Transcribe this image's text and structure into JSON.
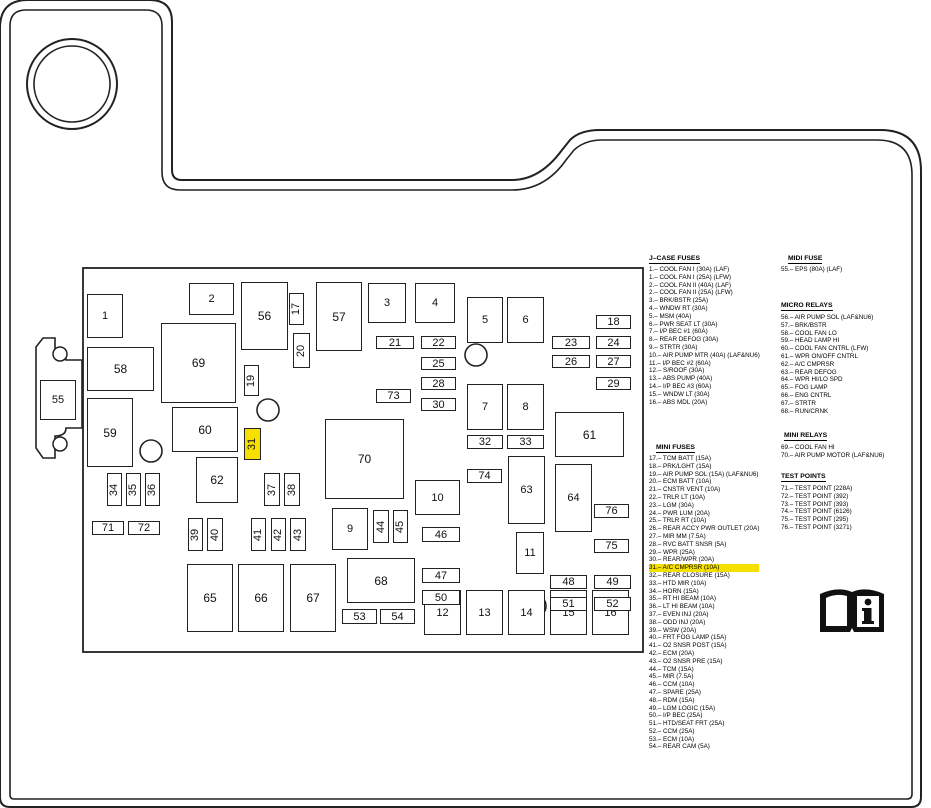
{
  "fuse_boxes": [
    {
      "id": "b1",
      "label": "1"
    },
    {
      "id": "b2",
      "label": "2"
    },
    {
      "id": "b3",
      "label": "3"
    },
    {
      "id": "b4",
      "label": "4"
    },
    {
      "id": "b5",
      "label": "5"
    },
    {
      "id": "b6",
      "label": "6"
    },
    {
      "id": "b7",
      "label": "7"
    },
    {
      "id": "b8",
      "label": "8"
    },
    {
      "id": "b9",
      "label": "9"
    },
    {
      "id": "b10",
      "label": "10"
    },
    {
      "id": "b11",
      "label": "11"
    },
    {
      "id": "b12",
      "label": "12"
    },
    {
      "id": "b13",
      "label": "13"
    },
    {
      "id": "b14",
      "label": "14"
    },
    {
      "id": "b15",
      "label": "15"
    },
    {
      "id": "b16",
      "label": "16"
    },
    {
      "id": "b17",
      "label": "17"
    },
    {
      "id": "b18",
      "label": "18"
    },
    {
      "id": "b19",
      "label": "19"
    },
    {
      "id": "b20",
      "label": "20"
    },
    {
      "id": "b21",
      "label": "21"
    },
    {
      "id": "b22",
      "label": "22"
    },
    {
      "id": "b23",
      "label": "23"
    },
    {
      "id": "b24",
      "label": "24"
    },
    {
      "id": "b25",
      "label": "25"
    },
    {
      "id": "b26",
      "label": "26"
    },
    {
      "id": "b27",
      "label": "27"
    },
    {
      "id": "b28",
      "label": "28"
    },
    {
      "id": "b29",
      "label": "29"
    },
    {
      "id": "b30",
      "label": "30"
    },
    {
      "id": "b31",
      "label": "31"
    },
    {
      "id": "b32",
      "label": "32"
    },
    {
      "id": "b33",
      "label": "33"
    },
    {
      "id": "b34",
      "label": "34"
    },
    {
      "id": "b35",
      "label": "35"
    },
    {
      "id": "b36",
      "label": "36"
    },
    {
      "id": "b37",
      "label": "37"
    },
    {
      "id": "b38",
      "label": "38"
    },
    {
      "id": "b39",
      "label": "39"
    },
    {
      "id": "b40",
      "label": "40"
    },
    {
      "id": "b41",
      "label": "41"
    },
    {
      "id": "b42",
      "label": "42"
    },
    {
      "id": "b43",
      "label": "43"
    },
    {
      "id": "b44",
      "label": "44"
    },
    {
      "id": "b45",
      "label": "45"
    },
    {
      "id": "b46",
      "label": "46"
    },
    {
      "id": "b47",
      "label": "47"
    },
    {
      "id": "b48",
      "label": "48"
    },
    {
      "id": "b49",
      "label": "49"
    },
    {
      "id": "b50",
      "label": "50"
    },
    {
      "id": "b51",
      "label": "51"
    },
    {
      "id": "b52",
      "label": "52"
    },
    {
      "id": "b53",
      "label": "53"
    },
    {
      "id": "b54",
      "label": "54"
    },
    {
      "id": "b55",
      "label": "55"
    },
    {
      "id": "b56",
      "label": "56"
    },
    {
      "id": "b57",
      "label": "57"
    },
    {
      "id": "b58",
      "label": "58"
    },
    {
      "id": "b59",
      "label": "59"
    },
    {
      "id": "b60",
      "label": "60"
    },
    {
      "id": "b61",
      "label": "61"
    },
    {
      "id": "b62",
      "label": "62"
    },
    {
      "id": "b63",
      "label": "63"
    },
    {
      "id": "b64",
      "label": "64"
    },
    {
      "id": "b65",
      "label": "65"
    },
    {
      "id": "b66",
      "label": "66"
    },
    {
      "id": "b67",
      "label": "67"
    },
    {
      "id": "b68",
      "label": "68"
    },
    {
      "id": "b69",
      "label": "69"
    },
    {
      "id": "b70",
      "label": "70"
    },
    {
      "id": "b71",
      "label": "71"
    },
    {
      "id": "b72",
      "label": "72"
    },
    {
      "id": "b73",
      "label": "73"
    },
    {
      "id": "b74",
      "label": "74"
    },
    {
      "id": "b75",
      "label": "75"
    },
    {
      "id": "b76",
      "label": "76"
    }
  ],
  "highlighted_fuse": "31",
  "highlight_color": "#f5e000",
  "legend": {
    "jcase": {
      "title": "J–CASE FUSES",
      "items": [
        "1.–  COOL FAN I  (30A)  (LAF)",
        "1.–  COOL FAN I  (25A)  (LFW)",
        "2.–  COOL FAN II  (40A)  (LAF)",
        "2.–  COOL FAN II  (25A)  (LFW)",
        "3.–  BRK/BSTR  (25A)",
        "4.–  WNDW RT  (30A)",
        "5.–  MSM  (40A)",
        "6.–  PWR SEAT LT  (30A)",
        "7.–  I/P BEC #1  (60A)",
        "8.–  REAR DEFOG  (30A)",
        "9.–  STRTR  (30A)",
        "10.–  AIR PUMP MTR (40A) (LAF&NU6)",
        "11.–  I/P BEC #2  (60A)",
        "12.–  S/ROOF  (30A)",
        "13.–  ABS PUMP  (40A)",
        "14.–  I/P BEC #3  (60A)",
        "15.–  WNDW LT  (30A)",
        "16.–  ABS MDL  (20A)"
      ]
    },
    "mini": {
      "title": "MINI FUSES",
      "items": [
        "17.–  TCM BATT  (15A)",
        "18.–  PRK/LGHT  (15A)",
        "19.–  AIR PUMP SOL  (15A)  (LAF&NU6)",
        "20.–  ECM BATT  (10A)",
        "21.–  CNSTR VENT  (10A)",
        "22.–  TRLR LT  (10A)",
        "23.–  LGM  (30A)",
        "24.–  PWR LUM  (20A)",
        "25.–  TRLR RT  (10A)",
        "26.–  REAR ACCY PWR OUTLET  (20A)",
        "27.–  MIR MM  (7.5A)",
        "28.–  RVC BATT SNSR  (5A)",
        "29.–  WPR  (25A)",
        "30.–  REAR/WPR  (20A)",
        "31.–  A/C CMPRSR  (10A)",
        "32.–  REAR CLOSURE  (15A)",
        "33.–  HTD MIR  (10A)",
        "34.–  HORN  (15A)",
        "35.–  RT HI BEAM  (10A)",
        "36.–  LT HI BEAM  (10A)",
        "37.–  EVEN INJ  (20A)",
        "38.–  ODD INJ  (20A)",
        "39.–  WSW  (20A)",
        "40.–  FRT FOG LAMP  (15A)",
        "41.–  O2 SNSR POST  (15A)",
        "42.–  ECM  (20A)",
        "43.–  O2 SNSR PRE  (15A)",
        "44.–  TCM  (15A)",
        "45.–  MIR  (7.5A)",
        "46.–  CCM  (10A)",
        "47.–  SPARE  (25A)",
        "48.–  RDM  (15A)",
        "49.–  LGM LOGIC  (15A)",
        "50.–  I/P BEC  (25A)",
        "51.–  HTD/SEAT FRT  (25A)",
        "52.–  CCM  (25A)",
        "53.–  ECM  (10A)",
        "54.–  REAR CAM  (5A)"
      ]
    },
    "midi": {
      "title": "MIDI FUSE",
      "items": [
        "55.–  EPS  (80A)  (LAF)"
      ]
    },
    "micro": {
      "title": "MICRO RELAYS",
      "items": [
        "56.–  AIR PUMP SOL (LAF&NU6)",
        "57.–  BRK/BSTR",
        "58.–  COOL FAN LO",
        "59.–  HEAD LAMP HI",
        "60.–  COOL FAN CNTRL  (LFW)",
        "61.–  WPR ON/OFF CNTRL",
        "62.–  A/C CMPRSR",
        "63.–  REAR DEFOG",
        "64.–  WPR HI/LO SPD",
        "65.–  FOG LAMP",
        "66.–  ENG CNTRL",
        "67.–  STRTR",
        "68.–  RUN/CRNK"
      ]
    },
    "minirelays": {
      "title": "MINI RELAYS",
      "items": [
        "69.–  COOL FAN HI",
        "70.–  AIR PUMP MOTOR (LAF&NU6)"
      ]
    },
    "testpoints": {
      "title": "TEST POINTS",
      "items": [
        "71.–  TEST POINT  (228A)",
        "72.–  TEST POINT  (392)",
        "73.–  TEST POINT  (393)",
        "74.–  TEST POINT  (6126)",
        "75.–  TEST POINT  (295)",
        "76.–  TEST POINT  (3271)"
      ]
    }
  },
  "info_icon": "manual-info-icon"
}
